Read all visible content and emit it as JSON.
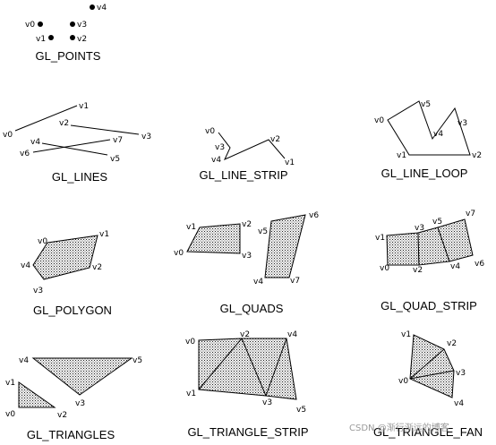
{
  "primitives": {
    "points": {
      "caption": "GL_POINTS",
      "v0": "v0",
      "v1": "v1",
      "v2": "v2",
      "v3": "v3",
      "v4": "v4"
    },
    "lines": {
      "caption": "GL_LINES",
      "v0": "v0",
      "v1": "v1",
      "v2": "v2",
      "v3": "v3",
      "v4": "v4",
      "v5": "v5",
      "v6": "v6",
      "v7": "v7"
    },
    "line_strip": {
      "caption": "GL_LINE_STRIP",
      "v0": "v0",
      "v1": "v1",
      "v2": "v2",
      "v3": "v3",
      "v4": "v4"
    },
    "line_loop": {
      "caption": "GL_LINE_LOOP",
      "v0": "v0",
      "v1": "v1",
      "v2": "v2",
      "v3": "v3",
      "v4": "v4",
      "v5": "v5"
    },
    "polygon": {
      "caption": "GL_POLYGON",
      "v0": "v0",
      "v1": "v1",
      "v2": "v2",
      "v3": "v3",
      "v4": "v4"
    },
    "quads": {
      "caption": "GL_QUADS",
      "v0": "v0",
      "v1": "v1",
      "v2": "v2",
      "v3": "v3",
      "v4": "v4",
      "v5": "v5",
      "v6": "v6",
      "v7": "v7"
    },
    "quad_strip": {
      "caption": "GL_QUAD_STRIP",
      "v0": "v0",
      "v1": "v1",
      "v2": "v2",
      "v3": "v3",
      "v4": "v4",
      "v5": "v5",
      "v6": "v6",
      "v7": "v7"
    },
    "triangles": {
      "caption": "GL_TRIANGLES",
      "v0": "v0",
      "v1": "v1",
      "v2": "v2",
      "v3": "v3",
      "v4": "v4",
      "v5": "v5"
    },
    "triangle_strip": {
      "caption": "GL_TRIANGLE_STRIP",
      "v0": "v0",
      "v1": "v1",
      "v2": "v2",
      "v3": "v3",
      "v4": "v4",
      "v5": "v5"
    },
    "triangle_fan": {
      "caption": "GL_TRIANGLE_FAN",
      "v0": "v0",
      "v1": "v1",
      "v2": "v2",
      "v3": "v3",
      "v4": "v4"
    }
  },
  "watermark": "CSDN @渐行渐远的博客"
}
